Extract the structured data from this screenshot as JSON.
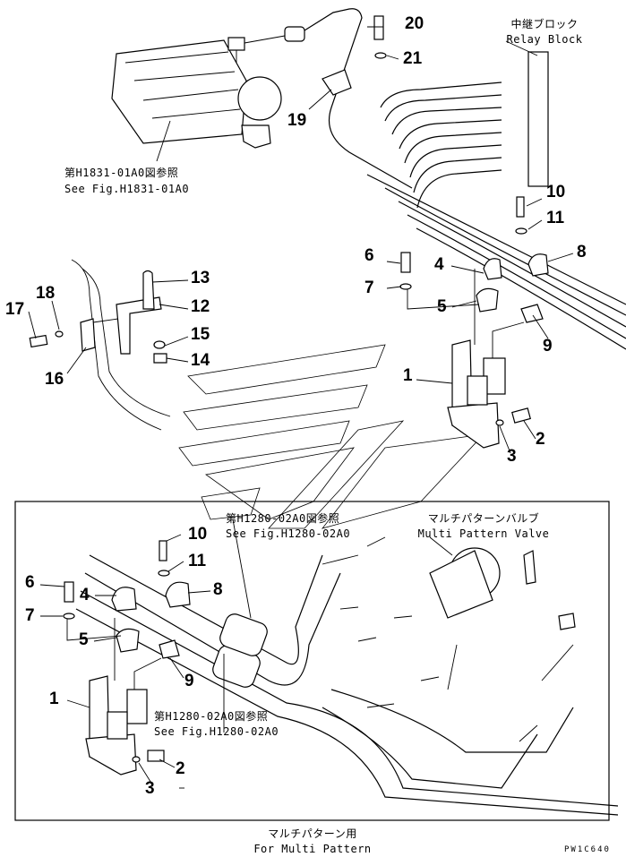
{
  "upper": {
    "relay_block_jp": "中継ブロック",
    "relay_block_en": "Relay Block",
    "see_fig_jp": "第H1831-01A0図参照",
    "see_fig_en": "See Fig.H1831-01A0",
    "parts": [
      "20",
      "21",
      "19",
      "10",
      "11",
      "8",
      "6",
      "4",
      "7",
      "5",
      "9",
      "13",
      "12",
      "15",
      "14",
      "18",
      "17",
      "16",
      "1",
      "2",
      "3"
    ]
  },
  "inset": {
    "see_fig_top_jp": "第H1280-02A0図参照",
    "see_fig_top_en": "See Fig.H1280-02A0",
    "valve_jp": "マルチパターンバルブ",
    "valve_en": "Multi Pattern Valve",
    "see_fig_bottom_jp": "第H1280-02A0図参照",
    "see_fig_bottom_en": "See Fig.H1280-02A0",
    "parts": [
      "10",
      "11",
      "6",
      "4",
      "8",
      "7",
      "5",
      "9",
      "1",
      "2",
      "3"
    ],
    "caption_jp": "マルチパターン用",
    "caption_en": "For Multi Pattern"
  },
  "figure_code": "PW1C640"
}
